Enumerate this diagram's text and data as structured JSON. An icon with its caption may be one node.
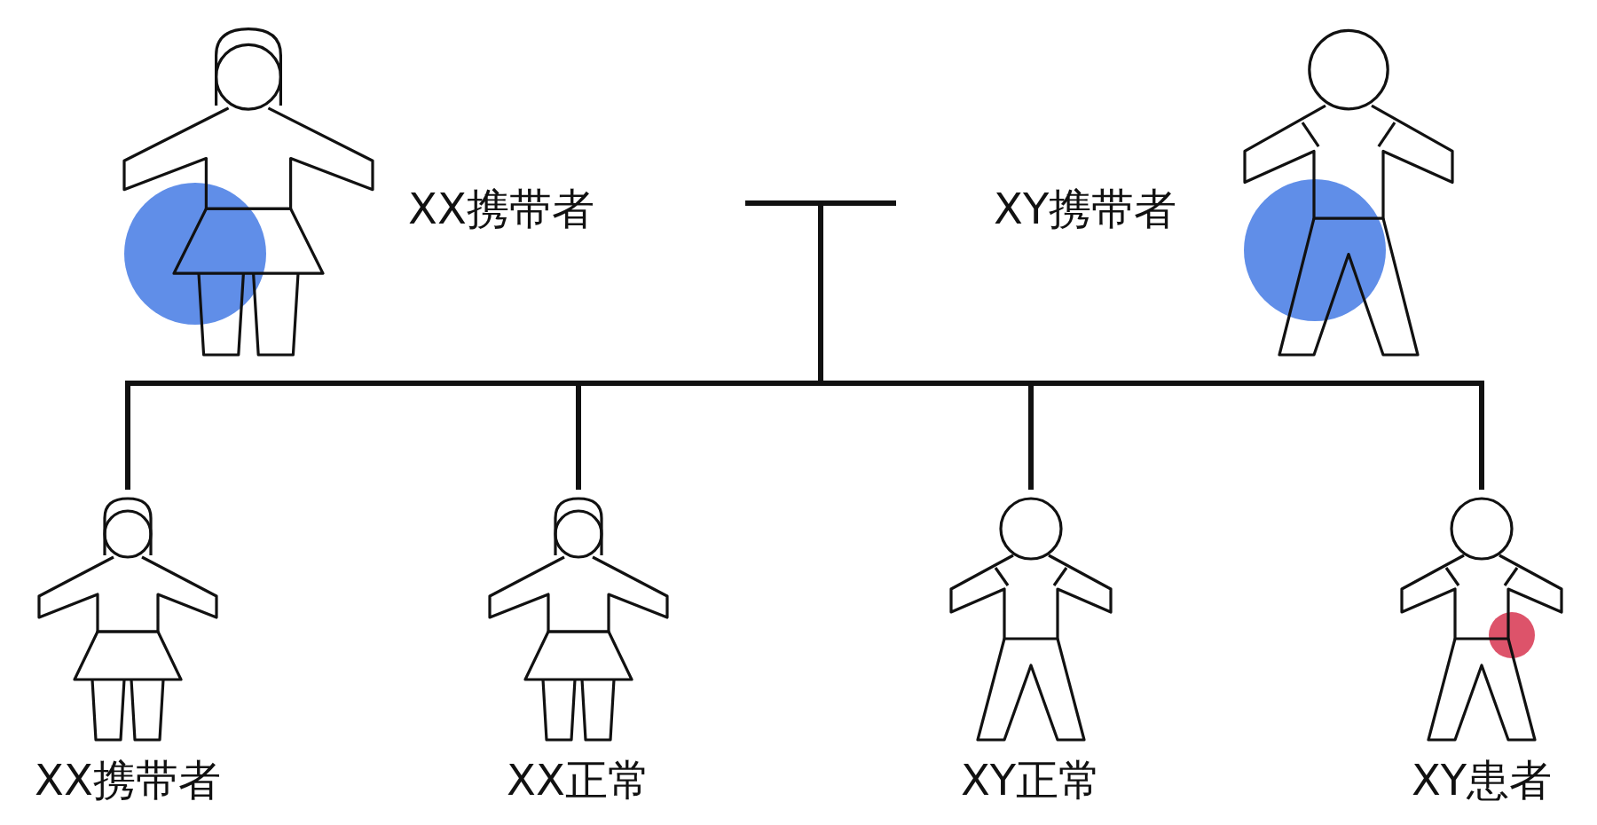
{
  "diagram": {
    "nodes": [
      {
        "text": [
          "XX携带者"
        ]
      },
      {
        "text": [],
        "shape": "bar"
      },
      {
        "text": [
          "XY携带者"
        ]
      },
      {
        "text": [
          "XX携带者"
        ]
      },
      {
        "text": [
          "XX正常"
        ]
      },
      {
        "text": [
          "XY正常"
        ]
      },
      {
        "text": [
          "XY患者"
        ]
      }
    ],
    "edges": [
      {
        "from": 1,
        "to": 3,
        "arrow": "none"
      },
      {
        "from": 1,
        "to": 4,
        "arrow": "none"
      },
      {
        "from": 1,
        "to": 5,
        "arrow": "none"
      },
      {
        "from": 1,
        "to": 6,
        "arrow": "none"
      }
    ]
  }
}
